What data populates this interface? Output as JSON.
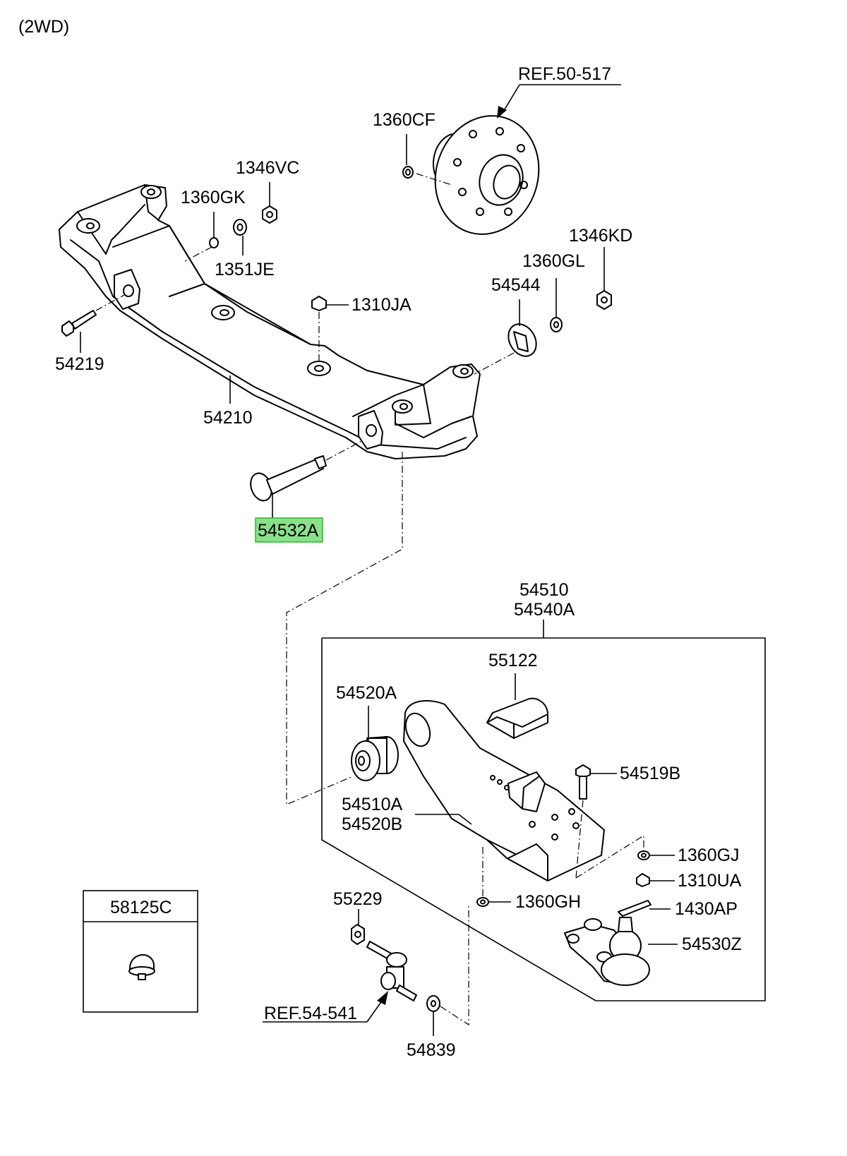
{
  "diagram": {
    "header": "(2WD)",
    "accent_color": "#8be08b",
    "highlighted_part": "54532A",
    "labels": {
      "ref_50_517": "REF.50-517",
      "p1360CF": "1360CF",
      "p1346VC": "1346VC",
      "p1360GK": "1360GK",
      "p1351JE": "1351JE",
      "p1346KD": "1346KD",
      "p1360GL": "1360GL",
      "p54544": "54544",
      "p1310JA": "1310JA",
      "p54219": "54219",
      "p54210": "54210",
      "p54532A": "54532A",
      "p54510": "54510",
      "p54540A": "54540A",
      "p55122": "55122",
      "p54520A": "54520A",
      "p54519B": "54519B",
      "p54510A": "54510A",
      "p54520B": "54520B",
      "p1360GJ": "1360GJ",
      "p1310UA": "1310UA",
      "p1360GH": "1360GH",
      "p55229": "55229",
      "p1430AP": "1430AP",
      "p54530Z": "54530Z",
      "p58125C": "58125C",
      "ref_54_541": "REF.54-541",
      "p54839": "54839"
    }
  }
}
